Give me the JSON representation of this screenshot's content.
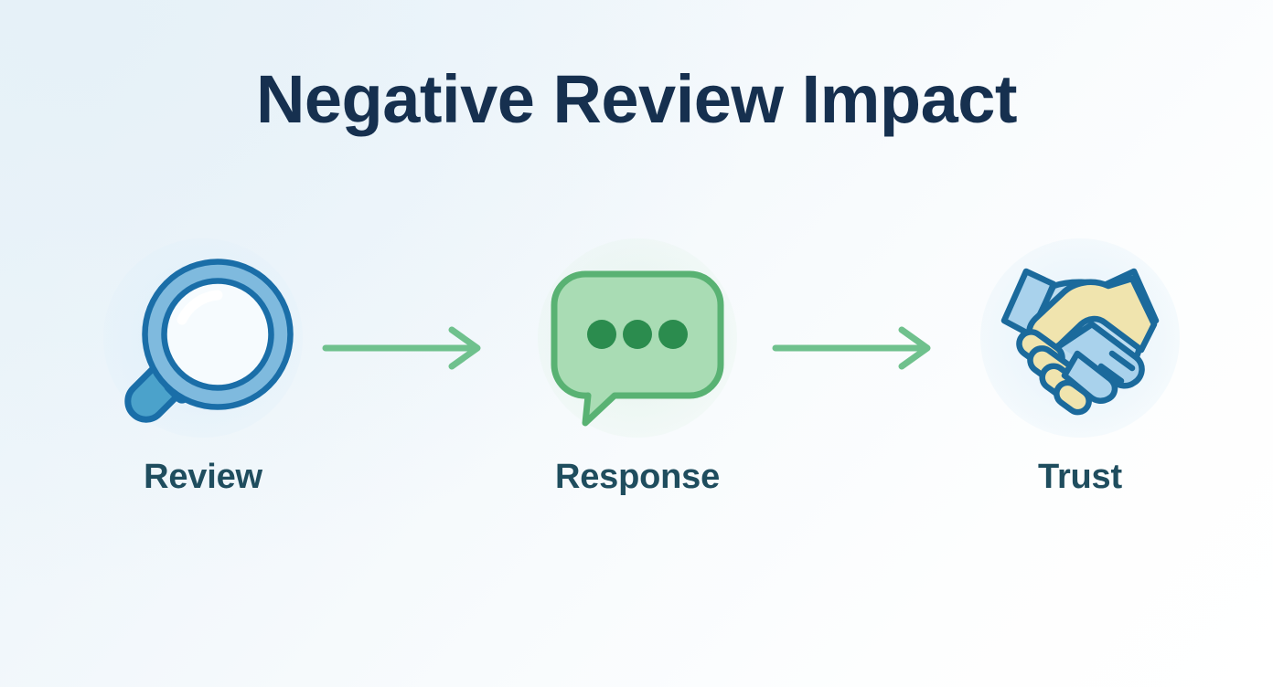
{
  "page": {
    "title": "Negative Review Impact",
    "background_start": "#e9f3f9",
    "background_end": "#ffffff",
    "title_color": "#16304f",
    "label_color": "#1f4d5e"
  },
  "flow": {
    "arrow_color": "#6fc18d",
    "steps": [
      {
        "label": "Review",
        "icon": "magnifying-glass-icon",
        "colors": {
          "ring_fill": "#7fbade",
          "stroke": "#1a6ea8",
          "lens": "#f4fafd",
          "handle": "#4ba2cb",
          "halo": "#e3f0f9"
        }
      },
      {
        "label": "Response",
        "icon": "speech-bubble-icon",
        "colors": {
          "bubble_fill": "#a9dcb4",
          "stroke": "#59b273",
          "dots": "#2b8c4e",
          "halo": "#e2f3e8"
        }
      },
      {
        "label": "Trust",
        "icon": "handshake-icon",
        "colors": {
          "hand_blue": "#a9d2ec",
          "hand_cream": "#f0e4ae",
          "stroke": "#1b6a9c",
          "halo": "#e3f0f9"
        }
      }
    ],
    "arrows": [
      {
        "name": "arrow-review-to-response",
        "direction": "right"
      },
      {
        "name": "arrow-response-to-trust",
        "direction": "right"
      }
    ]
  }
}
